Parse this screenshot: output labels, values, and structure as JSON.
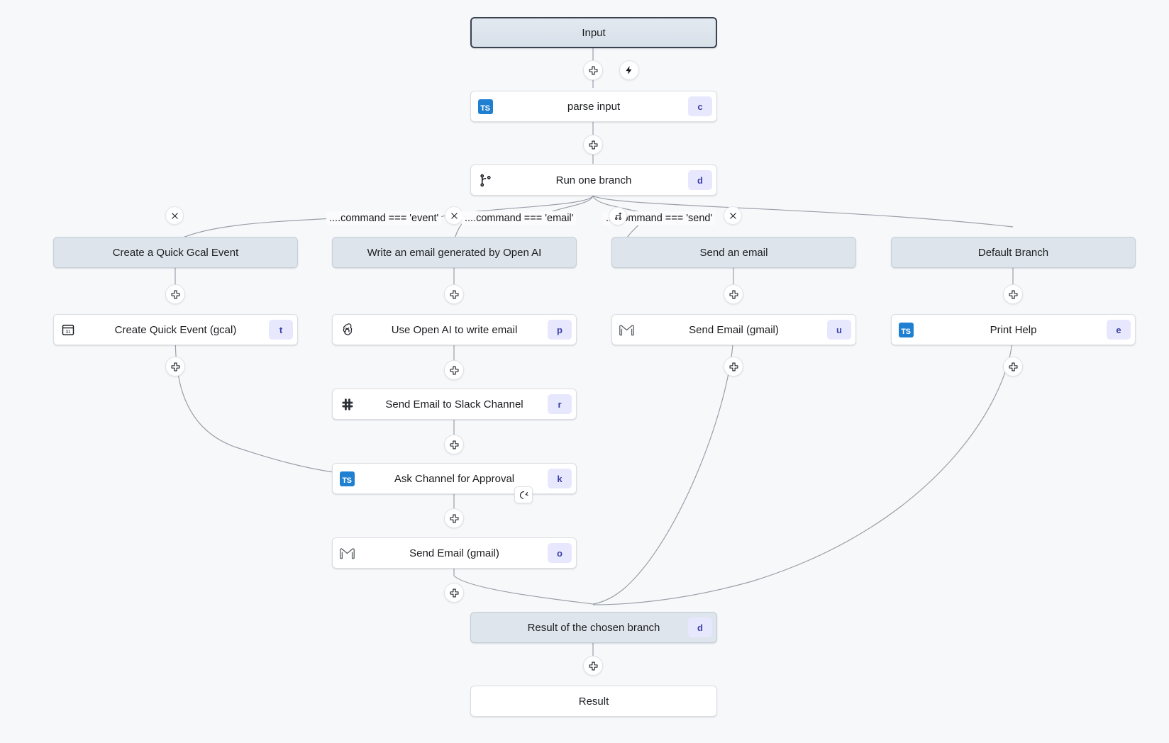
{
  "diagram": {
    "type": "workflow-flowchart",
    "background": "#f7f8fa",
    "accent_badge_bg": "#e7e8fd",
    "accent_badge_fg": "#3d3fa6",
    "node_grey": "#dfe5ec"
  },
  "nodes": {
    "input": {
      "label": "Input",
      "kind": "terminal"
    },
    "parse_input": {
      "label": "parse input",
      "key": "c",
      "icon": "typescript-icon"
    },
    "run_one_branch": {
      "label": "Run one branch",
      "key": "d",
      "icon": "git-branch-icon"
    },
    "branch_event": {
      "label": "Create a Quick Gcal Event",
      "kind": "branch-head"
    },
    "branch_email": {
      "label": "Write an email generated by Open AI",
      "kind": "branch-head"
    },
    "branch_send": {
      "label": "Send an email",
      "kind": "branch-head"
    },
    "branch_default": {
      "label": "Default Branch",
      "kind": "branch-head"
    },
    "create_quick_event": {
      "label": "Create Quick Event (gcal)",
      "key": "t",
      "icon": "calendar-icon"
    },
    "use_open_ai": {
      "label": "Use Open AI to write email",
      "key": "p",
      "icon": "openai-icon"
    },
    "send_email_slack": {
      "label": "Send Email to Slack Channel",
      "key": "r",
      "icon": "slack-icon"
    },
    "ask_channel_approval": {
      "label": "Ask Channel for Approval",
      "key": "k",
      "icon": "typescript-icon",
      "badge": "suspend-resume-icon"
    },
    "send_email_gmail_main": {
      "label": "Send Email (gmail)",
      "key": "o",
      "icon": "gmail-icon"
    },
    "send_email_gmail_branch": {
      "label": "Send Email (gmail)",
      "key": "u",
      "icon": "gmail-icon"
    },
    "print_help": {
      "label": "Print Help",
      "key": "e",
      "icon": "typescript-icon"
    },
    "result_chosen": {
      "label": "Result of the chosen branch",
      "key": "d",
      "kind": "terminal-grey"
    },
    "result": {
      "label": "Result",
      "kind": "terminal"
    }
  },
  "branch_conditions": [
    {
      "id": "cond-event",
      "label": "....command === 'event'"
    },
    {
      "id": "cond-email",
      "label": "....command === 'email'"
    },
    {
      "id": "cond-send",
      "label": "....command === 'send'"
    }
  ],
  "controls": {
    "insert_icon": "plus-icon",
    "trigger_icon": "lightning-bolt-icon",
    "remove_icon": "close-x-icon",
    "add_branch_icon": "add-branch-icon"
  }
}
